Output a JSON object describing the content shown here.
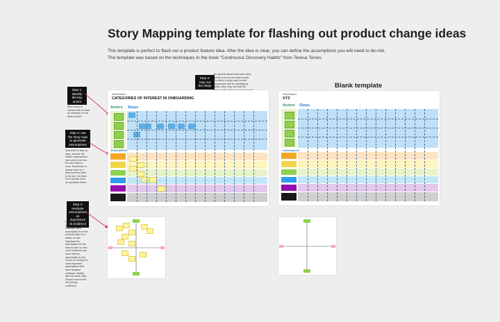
{
  "page": {
    "title": "Story Mapping template for flashing out product change ideas",
    "intro_line1": "This template is perfect to flash out a product feature idea. After the idea is clear, you can define the assumptions you will need to de-risk.",
    "intro_line2": "The template was based on the techniques in the book \"Continuous Discovery Habits\" from Teresa Torres."
  },
  "instructions": {
    "step1_title": "Step 1: Identify the key actors",
    "step1_note": "Who needs to interact with or have an influence on the idea to work?",
    "step2_title": "Step 2: map out the steps",
    "step2_note": "Be specific about what each actor needs to do for the idea to work. Do this in a story way! Involve sequences with no overlapping steps. Also, map out only the happy path. If the most normal and obvious version of the idea won't work, there no amount of details will save it.",
    "step3_title": "Step 3: use the story map to generate assumptions",
    "step3_note": "Now that it's step by step, uncover the hidden assumptions that need to be true for each step to work. Remember to phrase them in a way that they need to be true, not false. Don't phrase them as questions either.",
    "step4_title": "Step 4: evaluate assumptions on importance vs evidence",
    "step4_note": "Not all assumptions are created equally. Evaluate each assumption from the previous step on a matrix of how important the assumption for the idea to work vs how much evidence you have that the assumption is true. Focus on testing the most important assumptions that have weakest evidence. Ideally, after the tests, they should move to the left (strong evidence)."
  },
  "example_map": {
    "small_label": "Idea/Feature",
    "heading": "CATEGORIES OF INTEREST IN ONBOARDING",
    "actors_label": "Actors",
    "steps_label": "Steps",
    "assumptions_label": "Assumptions"
  },
  "blank_map": {
    "title": "Blank template",
    "small_label": "Idea/Feature",
    "heading": "XYZ",
    "actors_label": "Actors",
    "steps_label": "Steps",
    "assumptions_label": "Assumptions"
  },
  "colors": {
    "actor_green": "#8fd14f",
    "steps_blue": "#bfe0f7",
    "band_orange": "#fde3c1",
    "band_yellow": "#fdf4bf",
    "band_green": "#e7f3c9",
    "band_blue": "#c3e6f7",
    "band_purple": "#e4c7ec",
    "band_gray": "#cfcfcf"
  }
}
